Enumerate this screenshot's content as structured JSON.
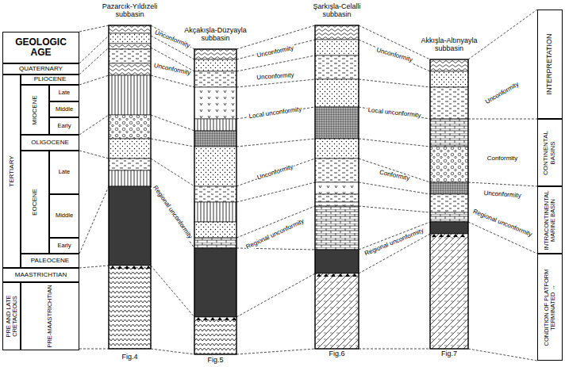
{
  "diagram": {
    "nodes": [
      {
        "text": [
          "GEOLOGIC AGE"
        ]
      },
      {
        "text": [
          "QUATERNARY"
        ]
      },
      {
        "text": [
          "TERTIARY"
        ]
      },
      {
        "text": [
          "PLIOCENE"
        ]
      },
      {
        "text": [
          "MIOCENE"
        ]
      },
      {
        "text": [
          "Late"
        ]
      },
      {
        "text": [
          "Middle"
        ]
      },
      {
        "text": [
          "Early"
        ]
      },
      {
        "text": [
          "OLIGOCENE"
        ]
      },
      {
        "text": [
          "EOCENE"
        ]
      },
      {
        "text": [
          "Late"
        ]
      },
      {
        "text": [
          "Middle"
        ]
      },
      {
        "text": [
          "Early"
        ]
      },
      {
        "text": [
          "PALEOCENE"
        ]
      },
      {
        "text": [
          "MAASTRICHTIAN"
        ]
      },
      {
        "text": [
          "PRE AND LATE CRETACEOUS"
        ]
      },
      {
        "text": [
          "PRE-MAASTRICHTIAN"
        ]
      },
      {
        "text": [
          "Pazarcık-Yıldızeli subbasin",
          "Fig.4"
        ]
      },
      {
        "text": [
          "Akçakışla-Düzyayla subbasin",
          "Fig.5"
        ]
      },
      {
        "text": [
          "Şarkışla-Celalli subbasin",
          "Fig.6"
        ]
      },
      {
        "text": [
          "Akkışla-Altınyayla subbasin",
          "Fig.7"
        ]
      },
      {
        "text": [
          "INTERPRETATION"
        ]
      },
      {
        "text": [
          "CONTINENTAL BASINS"
        ]
      },
      {
        "text": [
          "INTRACONTINENTAL MARINE BASIN"
        ]
      },
      {
        "text": [
          "CONDITION OF PLATFORM TERMINATED →"
        ]
      }
    ],
    "labels": [
      "Unconformity",
      "Unconformity",
      "Regional unconformity",
      "Unconformity",
      "Unconformity",
      "Local unconformity",
      "Unconformity",
      "Regional unconformity",
      "Unconformity",
      "Local unconformity",
      "Conformity",
      "Regional unconformity",
      "Unconformity",
      "Conformity",
      "Unconformity",
      "Regional unconformity"
    ]
  }
}
